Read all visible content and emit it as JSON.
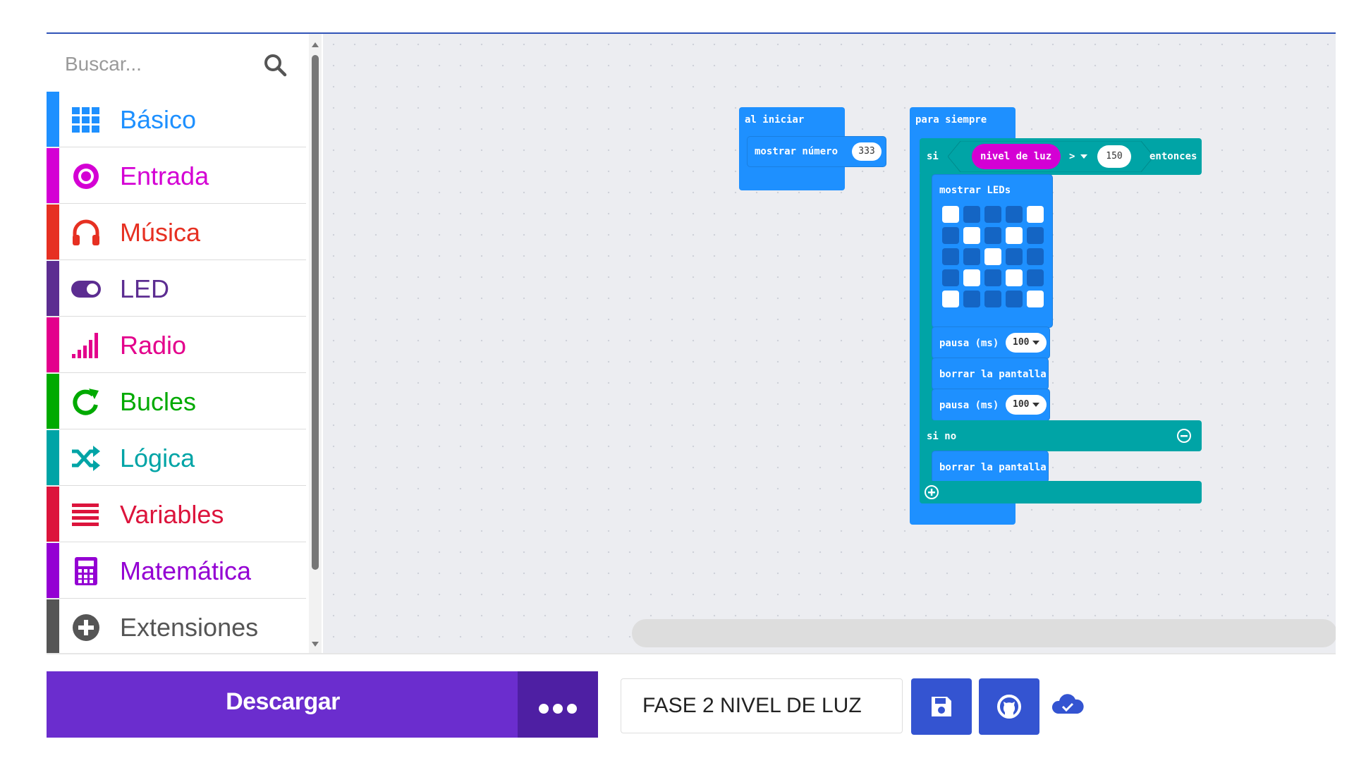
{
  "toolbox": {
    "search_placeholder": "Buscar...",
    "categories": [
      {
        "label": "Básico",
        "color": "#1e90ff",
        "icon": "grid-icon"
      },
      {
        "label": "Entrada",
        "color": "#d400d4",
        "icon": "target-icon"
      },
      {
        "label": "Música",
        "color": "#e63022",
        "icon": "headphones-icon"
      },
      {
        "label": "LED",
        "color": "#5c2d91",
        "icon": "toggle-icon"
      },
      {
        "label": "Radio",
        "color": "#e3008c",
        "icon": "signal-bars-icon"
      },
      {
        "label": "Bucles",
        "color": "#00aa00",
        "icon": "refresh-icon"
      },
      {
        "label": "Lógica",
        "color": "#00a4a6",
        "icon": "shuffle-icon"
      },
      {
        "label": "Variables",
        "color": "#dc143c",
        "icon": "list-icon"
      },
      {
        "label": "Matemática",
        "color": "#9400d3",
        "icon": "calculator-icon"
      },
      {
        "label": "Extensiones",
        "color": "#555555",
        "icon": "plus-circle-icon"
      }
    ]
  },
  "workspace": {
    "on_start": {
      "label": "al iniciar",
      "show_number_label": "mostrar número",
      "number_value": "333"
    },
    "forever": {
      "label": "para siempre",
      "if_label": "si",
      "light_level_label": "nivel de luz",
      "operator": ">",
      "threshold": "150",
      "then_label": "entonces",
      "show_leds_label": "mostrar LEDs",
      "led_grid": [
        [
          1,
          0,
          0,
          0,
          1
        ],
        [
          0,
          1,
          0,
          1,
          0
        ],
        [
          0,
          0,
          1,
          0,
          0
        ],
        [
          0,
          1,
          0,
          1,
          0
        ],
        [
          1,
          0,
          0,
          0,
          1
        ]
      ],
      "pause_label": "pausa (ms)",
      "pause1_value": "100",
      "clear_label": "borrar la pantalla",
      "pause2_value": "100",
      "else_label": "si no",
      "clear2_label": "borrar la pantalla"
    }
  },
  "bottombar": {
    "download_label": "Descargar",
    "project_name": "FASE 2 NIVEL DE LUZ"
  }
}
